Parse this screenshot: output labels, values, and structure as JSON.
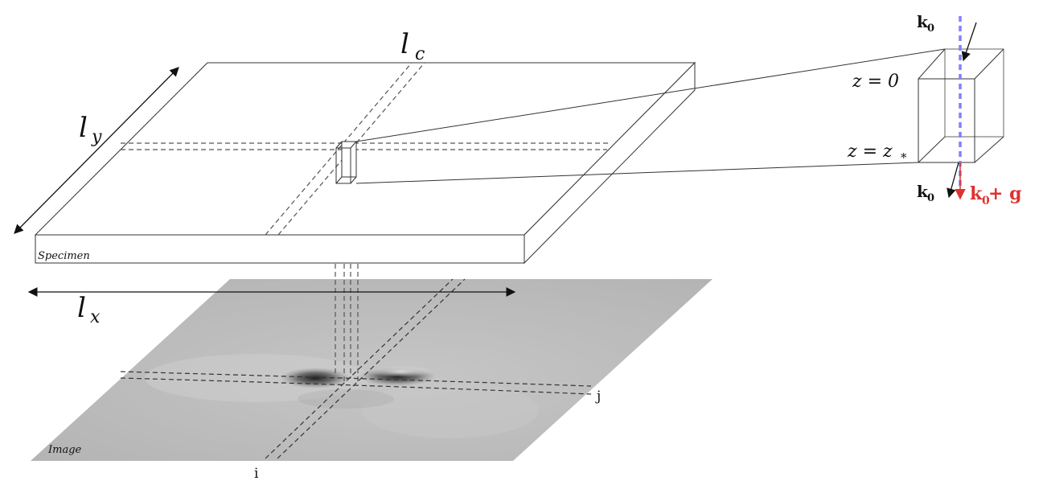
{
  "labels": {
    "lc": "l",
    "lc_sub": "c",
    "ly": "l",
    "ly_sub": "y",
    "lx": "l",
    "lx_sub": "x",
    "specimen": "Specimen",
    "image": "Image",
    "i": "i",
    "j": "j",
    "k0_top": "k",
    "k0_top_sub": "0",
    "z0": "z = 0",
    "zstar_main": "z = z",
    "zstar_sub": "*",
    "k0_bottom": "k",
    "k0_bottom_sub": "0",
    "k0g_main": "k",
    "k0g_sub": "0",
    "k0g_tail": " + g"
  },
  "colors": {
    "beam": "#8080ff",
    "diffracted": "#e03030",
    "image_bg": "#bdbdbd",
    "line": "#333333"
  }
}
